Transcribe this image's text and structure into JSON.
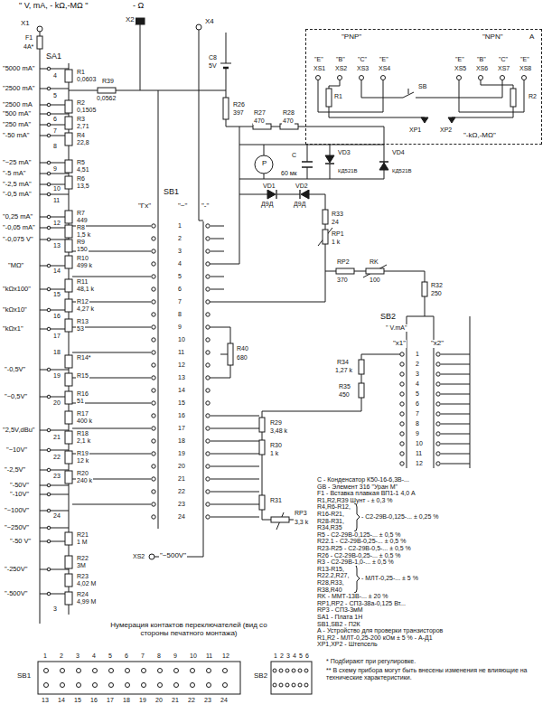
{
  "diagram": {
    "nodes": [
      {
        "text": [
          "A",
          "\"PNP\"",
          "\"NPN\""
        ]
      }
    ],
    "labels": [
      "\" V, mA, - kΩ,-MΩ \"",
      "X1",
      "F1",
      "4А*",
      "SA1",
      "- Ω",
      "X2",
      "X4",
      "C8",
      "5V",
      "R26",
      "397",
      "R27",
      "470",
      "R28",
      "470",
      "P",
      "C",
      "60 мк",
      "VD3",
      "КД521В",
      "VD4",
      "КД521В",
      "VD1",
      "VD2",
      "Д9Д",
      "Д9Д",
      "R33",
      "24",
      "RP1",
      "1 k",
      "RP2",
      "370",
      "RK",
      "100",
      "R32",
      "250",
      "SB1",
      "\"Гх\"",
      "\"~\"",
      "\"-\"",
      "SB2",
      "\" V.mA\"",
      "\"x1\"",
      "\"x2\"",
      "R34",
      "1,27 k",
      "R35",
      "450",
      "R29",
      "3,48 k",
      "R30",
      "1 k",
      "R31",
      "RP3",
      "3,3 k",
      "XS2",
      "\"~500V\"",
      "R40",
      "680",
      "\"E\"",
      "\"B\"",
      "\"C\"",
      "\"E\"",
      "\"E\"",
      "\"B\"",
      "\"C\"",
      "\"E\"",
      "XS1",
      "XS2",
      "XS3",
      "XS4",
      "XS5",
      "XS6",
      "XS7",
      "XS8",
      "R1",
      "R2",
      "SB",
      "XP1",
      "XP2",
      "\"-kΩ,-MΩ\"",
      "\"5000 mA\"",
      "\"2500 mA\"",
      "\"2500 mA",
      "\"500 mA\"",
      "\"250 mA\"",
      "\"-50 mA\"",
      "\"~25 mA\"",
      "\"-5 mA\"",
      "\"-2,5 mA\"",
      "\"-0,5 mA\"",
      "\"0,25 mA\"",
      "\"-0,05 mA\"",
      "\"-0,075 V\"",
      "\"MΩ\"",
      "\"kΩx100\"",
      "\"kΩx10\"",
      "\"kΩx1\"",
      "\"-0,5V\"",
      "\"~0,5V\"",
      "\"2,5V,dBu\"",
      "\"~10V\"",
      "\"-2,5V\"",
      "\"-50V\"",
      "\"-10V\"",
      "\"~100V\"",
      "\"~250V\"",
      "\"-50 V\"",
      "\"-250V\"",
      "\"-500V\"",
      "R1",
      "0,0603",
      "R39",
      "0,0562",
      "R2",
      "0,1505",
      "R3",
      "2,71",
      "R4",
      "22,8",
      "R5",
      "4,51",
      "R6",
      "13,5",
      "R7",
      "449",
      "R8",
      "1,5 k",
      "R9",
      "150",
      "R10",
      "499 k",
      "R11",
      "48,1 k",
      "R12",
      "4,27 k",
      "R13",
      "53",
      "R14*",
      "R15",
      "R16",
      "51",
      "R17",
      "400 k",
      "R18",
      "2,1 k",
      "R19",
      "12 k",
      "R20",
      "240 k",
      "R21",
      "1 M",
      "R22",
      "3M",
      "R23",
      "4,02 M",
      "R24",
      "4,99 M",
      "4",
      "5",
      "6",
      "7",
      "8",
      "9",
      "10",
      "11",
      "12",
      "13",
      "14",
      "15",
      "16",
      "17",
      "18",
      "19",
      "20",
      "21",
      "22",
      "23",
      "24",
      "3",
      "1",
      "2",
      "3",
      "4",
      "5",
      "6",
      "7",
      "8",
      "9",
      "10",
      "11",
      "12",
      "13",
      "14",
      "15",
      "16",
      "17",
      "18",
      "19",
      "20",
      "21",
      "22",
      "23",
      "24",
      "1",
      "2",
      "3",
      "4",
      "5",
      "6",
      "7",
      "8",
      "9",
      "10",
      "11",
      "12",
      "С - Конденсатор К50-16-6,3В-...",
      "GB - Элемент 316 \"Уран М\"",
      "F1 - Вставка плавкая ВП1-1 4,0 А",
      "R1,R2,R39 Шунт - ± 0,3 %",
      "R4,R6-R12,",
      "R16-R21,",
      "R28-R31,",
      "R34,R35",
      "- С2-29В-0,125-... ± 0,25 %",
      "R5 - С2-29В-0,125-... ± 0,5 %",
      "R22.1 - С2-29В-0,25-... ± 0,5 %",
      "R23-R25 - С2-29В-0,5-... ± 0,5 %",
      "R26 - С2-29В-0,25-... ± 0,5 %",
      "R3 - С2-29В-1,0-... ± 0,5 %",
      "R13-R15,",
      "R22.2,R27,",
      "R28,R33,",
      "R38,R40",
      "- МЛТ-0,25-... ± 5 %",
      "RK - ММТ-13В-... ± 20 %",
      "RP1,RP2 - СП3-38а-0,125 Вт...",
      "RP3 - СП3-3мМ",
      "SA1 - Плата 1Н",
      "SB1,SB2 - П2К",
      "А - Устройство для проверки транзисторов",
      "R1,R2 - МЛТ-0,25-200 кОм ± 5 % - А-Д1",
      "XP1,XP2 - Штепсель",
      "* Подбирают при регулировке.",
      "** В схему прибора могут быть внесены изменения не влияющие на технические характеристики.",
      "Нумерация контактов переключателей (вид со стороны печатного монтажа)",
      "SB1",
      "1",
      "2",
      "3",
      "4",
      "5",
      "6",
      "7",
      "8",
      "9",
      "10",
      "11",
      "12",
      "13",
      "14",
      "15",
      "16",
      "17",
      "18",
      "19",
      "20",
      "21",
      "22",
      "23",
      "24",
      "SB2",
      "1",
      "2",
      "3",
      "4",
      "5",
      "6"
    ]
  }
}
